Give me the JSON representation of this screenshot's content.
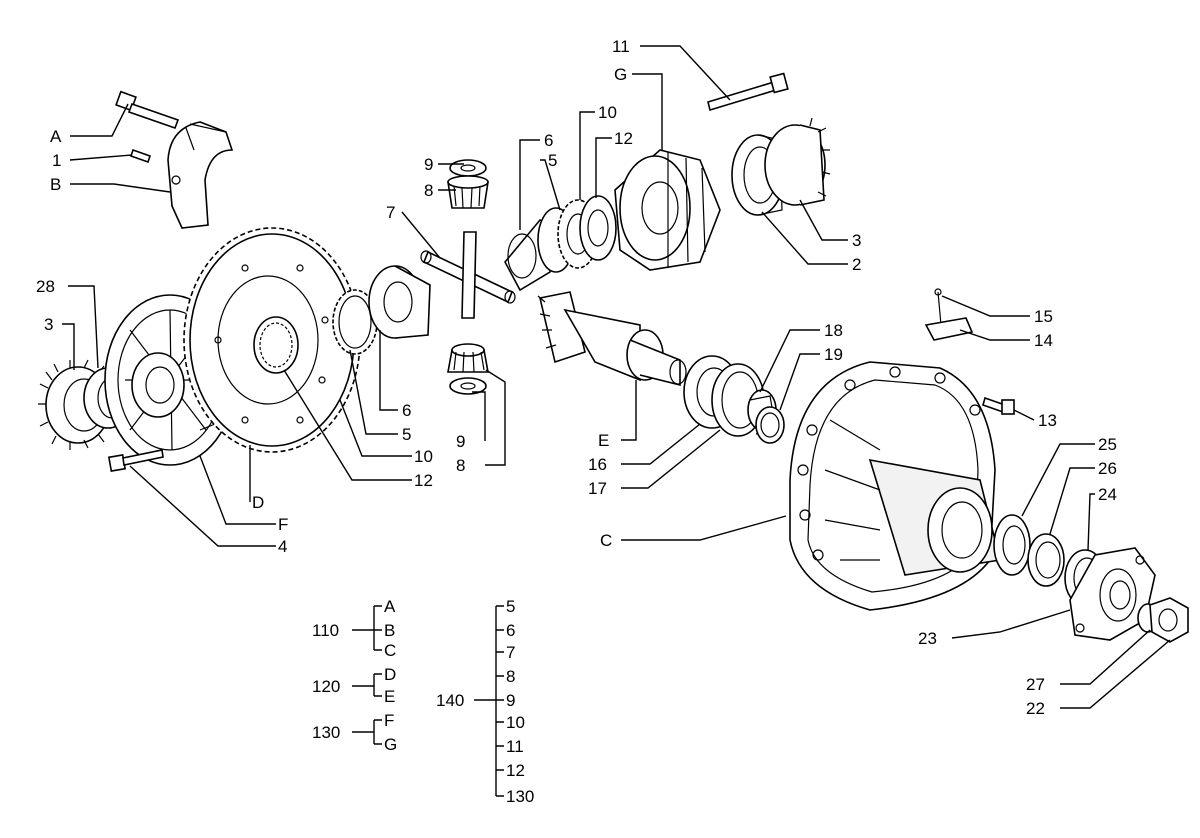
{
  "callouts": {
    "c_a": "A",
    "c_1": "1",
    "c_b": "B",
    "c_28": "28",
    "c_3l": "3",
    "c_9t": "9",
    "c_8t": "8",
    "c_7": "7",
    "c_6t": "6",
    "c_5t": "5",
    "c_10t": "10",
    "c_12t": "12",
    "c_11": "11",
    "c_g": "G",
    "c_3r": "3",
    "c_2": "2",
    "c_15": "15",
    "c_14": "14",
    "c_13": "13",
    "c_18": "18",
    "c_19": "19",
    "c_6b": "6",
    "c_5b": "5",
    "c_10b": "10",
    "c_12b": "12",
    "c_9b": "9",
    "c_8b": "8",
    "c_e": "E",
    "c_16": "16",
    "c_17": "17",
    "c_d": "D",
    "c_f": "F",
    "c_4": "4",
    "c_c": "C",
    "c_25": "25",
    "c_26": "26",
    "c_24": "24",
    "c_23": "23",
    "c_27": "27",
    "c_22": "22"
  },
  "groups": {
    "g110": {
      "code": "110",
      "items": [
        "A",
        "B",
        "C"
      ]
    },
    "g120": {
      "code": "120",
      "items": [
        "D",
        "E"
      ]
    },
    "g130": {
      "code": "130",
      "items": [
        "F",
        "G"
      ]
    },
    "g140": {
      "code": "140",
      "items": [
        "5",
        "6",
        "7",
        "8",
        "9",
        "10",
        "11",
        "12",
        "130"
      ]
    }
  }
}
